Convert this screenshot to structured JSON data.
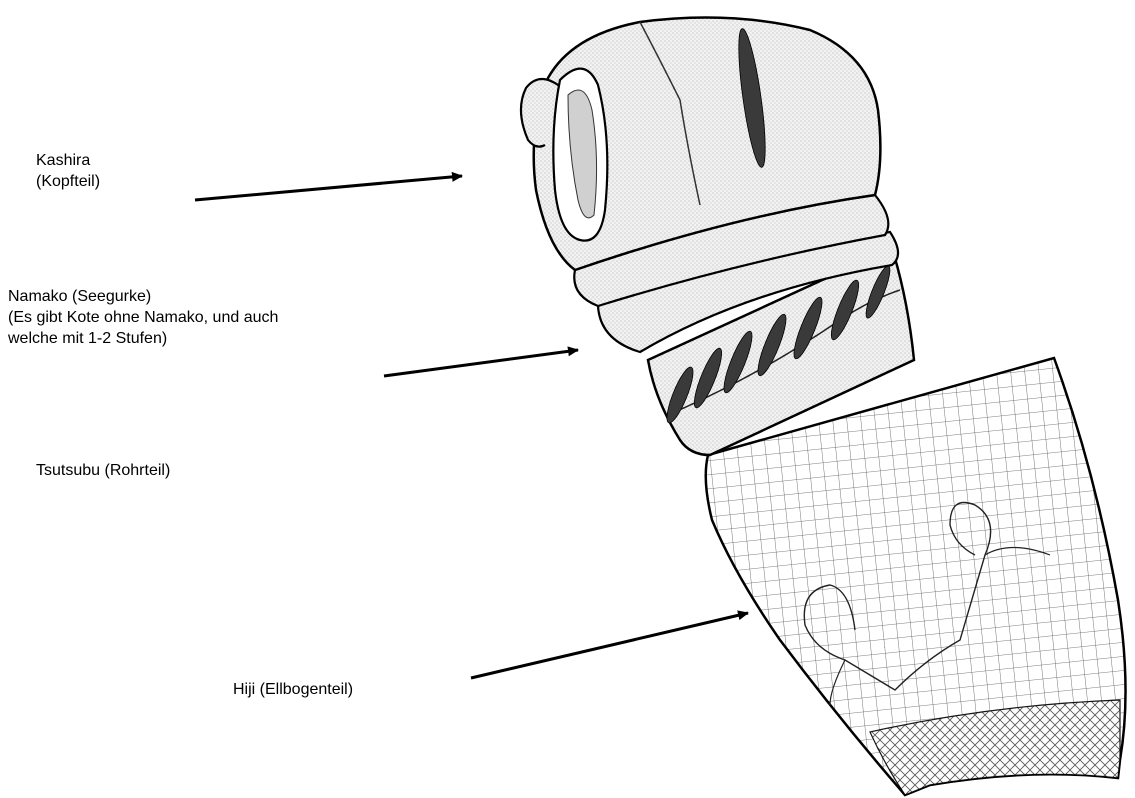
{
  "labels": {
    "kashira": {
      "line1": "Kashira",
      "line2": "(Kopfteil)"
    },
    "namako": {
      "line1": "Namako (Seegurke)",
      "line2": "(Es gibt Kote ohne Namako, und auch",
      "line3": "welche mit 1-2 Stufen)"
    },
    "tsutsubu": {
      "line1": "Tsutsubu (Rohrteil)"
    },
    "hiji": {
      "line1": "Hiji (Ellbogenteil)"
    }
  },
  "colors": {
    "ink": "#000000",
    "fill": "#ececec",
    "shade": "#d6d6d6",
    "background": "#ffffff"
  }
}
